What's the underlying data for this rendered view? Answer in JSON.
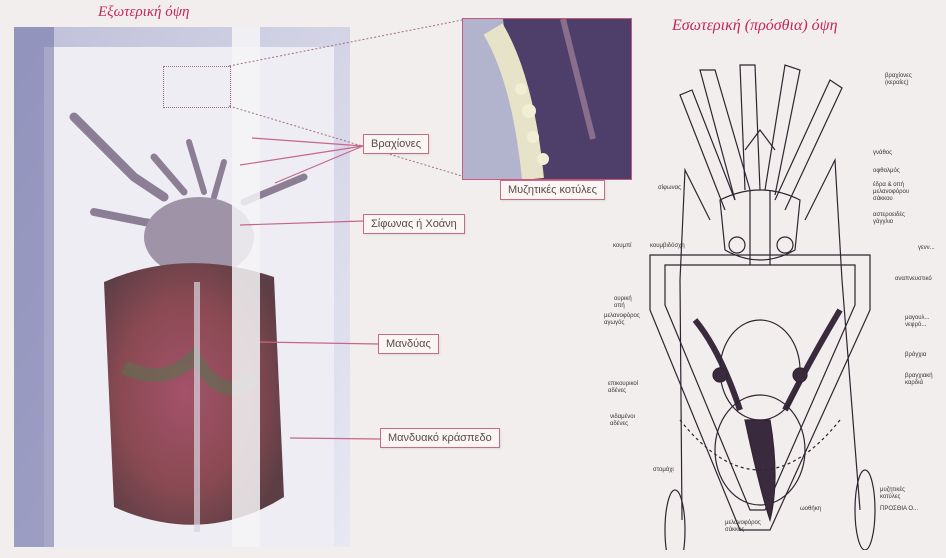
{
  "headings": {
    "external": "Εξωτερική όψη",
    "internal": "Εσωτερική (πρόσθια) όψη"
  },
  "photo_labels": {
    "arms": "Βραχίονες",
    "suckers": "Μυζητικές κοτύλες",
    "siphon": "Σίφωνας ή Χοάνη",
    "mantle": "Μανδύας",
    "mantle_edge": "Μανδυακό κράσπεδο"
  },
  "diagram_labels": {
    "right": [
      "βραχίονες\n(κεραίες)",
      "γνάθος",
      "οφθαλμός",
      "έδρα & οπή\nμελανοφόρου\nσάκκου",
      "αστεροειδές\nγάγγλιο",
      "γενν...",
      "αναπνευστικό",
      "μαγουλ...\nνεφρό...",
      "βράγχια",
      "βραγχιακή\nκαρδιά",
      "μυζητικές\nκοτύλες",
      "ΠΡΟΣΘΙΑ Ο..."
    ],
    "left": [
      "σίφωνας",
      "κουμπί",
      "κουμβιδόσχη",
      "ουρική\nοπή",
      "μελανοφόρος\nαγωγός",
      "επικουρικοί\nαδένες",
      "νιδαμένοι\nαδένες",
      "στομάχι",
      "μελανοφόρος\nσάκκος",
      "ωοθήκη"
    ]
  },
  "colors": {
    "heading": "#c2265a",
    "label_border": "#c66c88",
    "leader_line": "#c6668a",
    "ink": "#3a2a3e"
  }
}
